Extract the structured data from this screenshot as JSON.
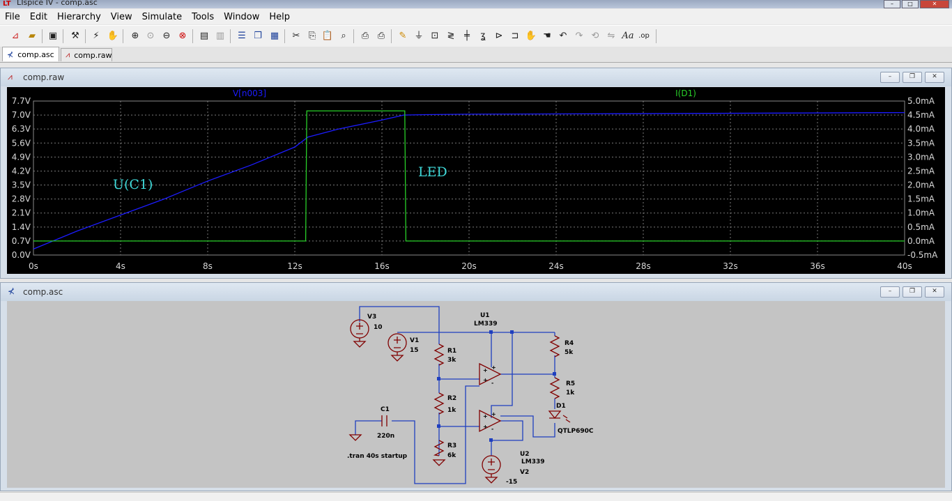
{
  "window": {
    "title": "LTspice IV - comp.asc",
    "app_icon": "ltspice-icon"
  },
  "menu": [
    "File",
    "Edit",
    "Hierarchy",
    "View",
    "Simulate",
    "Tools",
    "Window",
    "Help"
  ],
  "toolbar_icons": [
    "new-schematic-icon",
    "open-icon",
    "save-icon",
    "control-panel-icon",
    "run-icon",
    "halt-icon",
    "zoom-in-icon",
    "zoom-pan-icon",
    "zoom-out-icon",
    "zoom-fit-icon",
    "autorange-icon",
    "delete-trace-icon",
    "tile-horizontal-icon",
    "cascade-icon",
    "tile-vertical-icon",
    "cut-icon",
    "copy-icon",
    "paste-icon",
    "find-icon",
    "print-setup-icon",
    "print-icon",
    "wire-icon",
    "ground-icon",
    "label-icon",
    "resistor-icon",
    "capacitor-icon",
    "inductor-icon",
    "diode-icon",
    "component-icon",
    "move-icon",
    "drag-icon",
    "undo-icon",
    "redo-icon",
    "rotate-icon",
    "mirror-icon",
    "text-icon",
    "spice-directive-icon"
  ],
  "tabs": [
    {
      "label": "comp.asc",
      "active": true
    },
    {
      "label": "comp.raw",
      "active": false
    }
  ],
  "waveform_window": {
    "title": "comp.raw"
  },
  "schematic_window": {
    "title": "comp.asc"
  },
  "chart_data": {
    "type": "line",
    "x_label_unit": "s",
    "x_ticks": [
      "0s",
      "4s",
      "8s",
      "12s",
      "16s",
      "20s",
      "24s",
      "28s",
      "32s",
      "36s",
      "40s"
    ],
    "xlim": [
      0,
      40
    ],
    "left_axis": {
      "ticks": [
        "0.0V",
        "0.7V",
        "1.4V",
        "2.1V",
        "2.8V",
        "3.5V",
        "4.2V",
        "4.9V",
        "5.6V",
        "6.3V",
        "7.0V",
        "7.7V"
      ],
      "ylim": [
        0,
        7.7
      ]
    },
    "right_axis": {
      "ticks": [
        "-0.5mA",
        "0.0mA",
        "0.5mA",
        "1.0mA",
        "1.5mA",
        "2.0mA",
        "2.5mA",
        "3.0mA",
        "3.5mA",
        "4.0mA",
        "4.5mA",
        "5.0mA"
      ],
      "ylim": [
        -0.5,
        5.0
      ]
    },
    "grid": true,
    "series": [
      {
        "name": "V[n003]",
        "color": "#1c1cff",
        "axis": "left",
        "x": [
          0,
          2,
          4,
          6,
          8,
          10,
          12,
          12.6,
          14,
          16,
          17,
          18,
          20,
          25,
          30,
          35,
          40
        ],
        "y": [
          0.3,
          1.2,
          2.0,
          2.8,
          3.7,
          4.5,
          5.4,
          5.9,
          6.3,
          6.75,
          7.0,
          7.02,
          7.04,
          7.06,
          7.08,
          7.1,
          7.12
        ]
      },
      {
        "name": "I(D1)",
        "color": "#28d028",
        "axis": "right",
        "x": [
          0,
          12.5,
          12.55,
          17.05,
          17.1,
          40
        ],
        "y": [
          0.0,
          0.0,
          4.65,
          4.65,
          0.0,
          0.0
        ]
      }
    ],
    "annotations": [
      {
        "text": "U(C1)",
        "color": "#3fd8d8"
      },
      {
        "text": "LED",
        "color": "#3fd8d8"
      }
    ]
  },
  "schematic": {
    "components": [
      {
        "ref": "V3",
        "value": "10"
      },
      {
        "ref": "V1",
        "value": "15"
      },
      {
        "ref": "V2",
        "value": "-15"
      },
      {
        "ref": "U1",
        "value": "LM339"
      },
      {
        "ref": "U2",
        "value": "LM339"
      },
      {
        "ref": "R1",
        "value": "3k"
      },
      {
        "ref": "R2",
        "value": "1k"
      },
      {
        "ref": "R3",
        "value": "6k"
      },
      {
        "ref": "R4",
        "value": "5k"
      },
      {
        "ref": "R5",
        "value": "1k"
      },
      {
        "ref": "D1",
        "value": "QTLP690C"
      },
      {
        "ref": "C1",
        "value": "220n"
      }
    ],
    "directive": ".tran 40s startup"
  },
  "colors": {
    "plot_bg": "#000000",
    "grid": "#808080",
    "schematic_bg": "#c4c4c4",
    "wire": "#1f3fbf",
    "component": "#800000"
  }
}
